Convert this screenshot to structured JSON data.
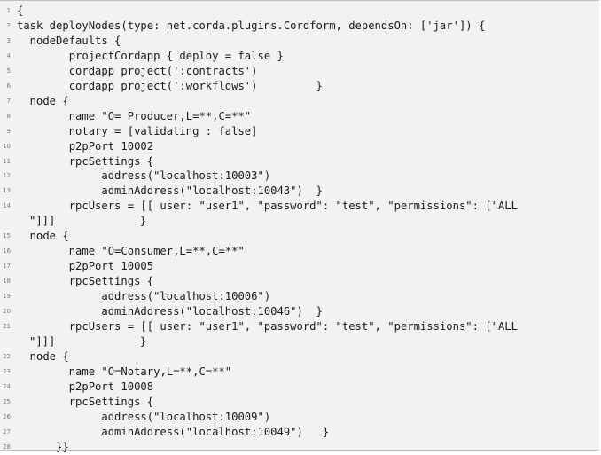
{
  "code_listing": {
    "lines": [
      {
        "num": "1",
        "text": "{"
      },
      {
        "num": "2",
        "text": "task deployNodes(type: net.corda.plugins.Cordform, dependsOn: ['jar']) {"
      },
      {
        "num": "3",
        "text": "  nodeDefaults {"
      },
      {
        "num": "4",
        "text": "        projectCordapp { deploy = false }"
      },
      {
        "num": "5",
        "text": "        cordapp project(':contracts')"
      },
      {
        "num": "6",
        "text": "        cordapp project(':workflows')         }"
      },
      {
        "num": "7",
        "text": "  node {"
      },
      {
        "num": "8",
        "text": "        name \"O= Producer,L=**,C=**\""
      },
      {
        "num": "9",
        "text": "        notary = [validating : false]"
      },
      {
        "num": "10",
        "text": "        p2pPort 10002"
      },
      {
        "num": "11",
        "text": "        rpcSettings {"
      },
      {
        "num": "12",
        "text": "             address(\"localhost:10003\")"
      },
      {
        "num": "13",
        "text": "             adminAddress(\"localhost:10043\")  }"
      },
      {
        "num": "14",
        "text": "        rpcUsers = [[ user: \"user1\", \"password\": \"test\", \"permissions\": [\"ALL"
      },
      {
        "num": "",
        "text": "\"]]]             }"
      },
      {
        "num": "15",
        "text": "  node {"
      },
      {
        "num": "16",
        "text": "        name \"O=Consumer,L=**,C=**\""
      },
      {
        "num": "17",
        "text": "        p2pPort 10005"
      },
      {
        "num": "18",
        "text": "        rpcSettings {"
      },
      {
        "num": "19",
        "text": "             address(\"localhost:10006\")"
      },
      {
        "num": "20",
        "text": "             adminAddress(\"localhost:10046\")  }"
      },
      {
        "num": "21",
        "text": "        rpcUsers = [[ user: \"user1\", \"password\": \"test\", \"permissions\": [\"ALL"
      },
      {
        "num": "",
        "text": "\"]]]             }"
      },
      {
        "num": "22",
        "text": "  node {"
      },
      {
        "num": "23",
        "text": "        name \"O=Notary,L=**,C=**\""
      },
      {
        "num": "24",
        "text": "        p2pPort 10008"
      },
      {
        "num": "25",
        "text": "        rpcSettings {"
      },
      {
        "num": "26",
        "text": "             address(\"localhost:10009\")"
      },
      {
        "num": "27",
        "text": "             adminAddress(\"localhost:10049\")   }"
      },
      {
        "num": "28",
        "text": "      }}"
      }
    ]
  }
}
